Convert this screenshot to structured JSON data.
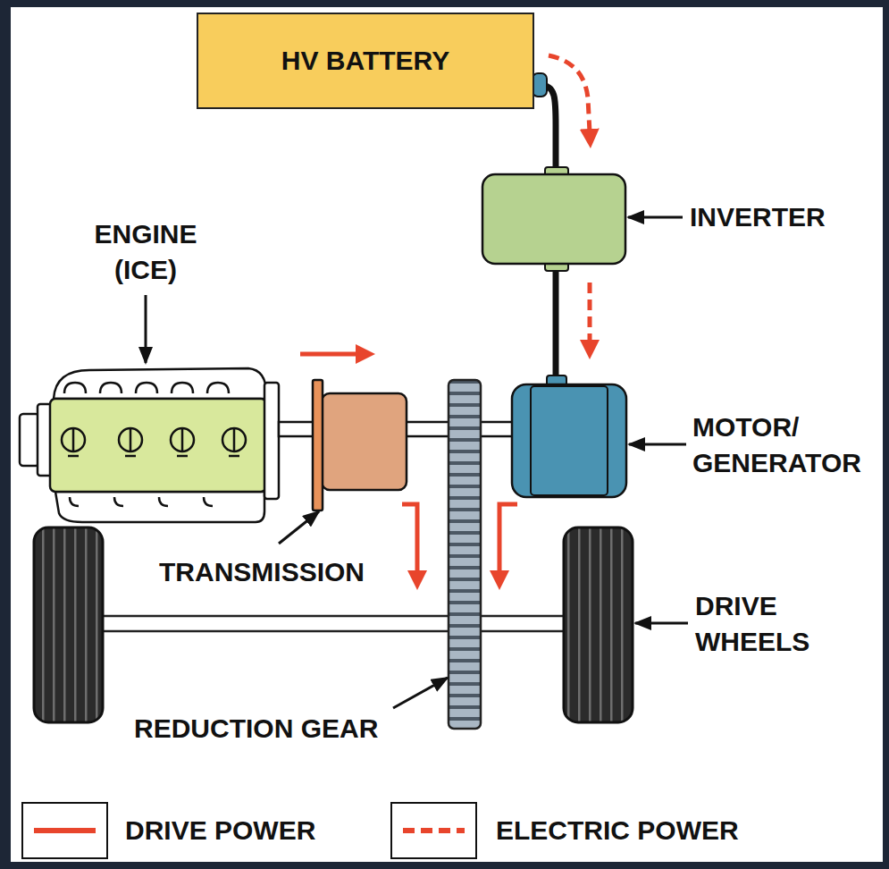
{
  "diagram": {
    "nodes": [
      {
        "text": [
          "HV BATTERY"
        ]
      }
    ],
    "labels": [
      "INVERTER",
      "ENGINE (ICE)",
      "MOTOR/ GENERATOR",
      "TRANSMISSION",
      "DRIVE WHEELS",
      "REDUCTION GEAR"
    ],
    "legend": [
      {
        "text": "DRIVE POWER"
      },
      {
        "text": "ELECTRIC POWER"
      }
    ]
  }
}
